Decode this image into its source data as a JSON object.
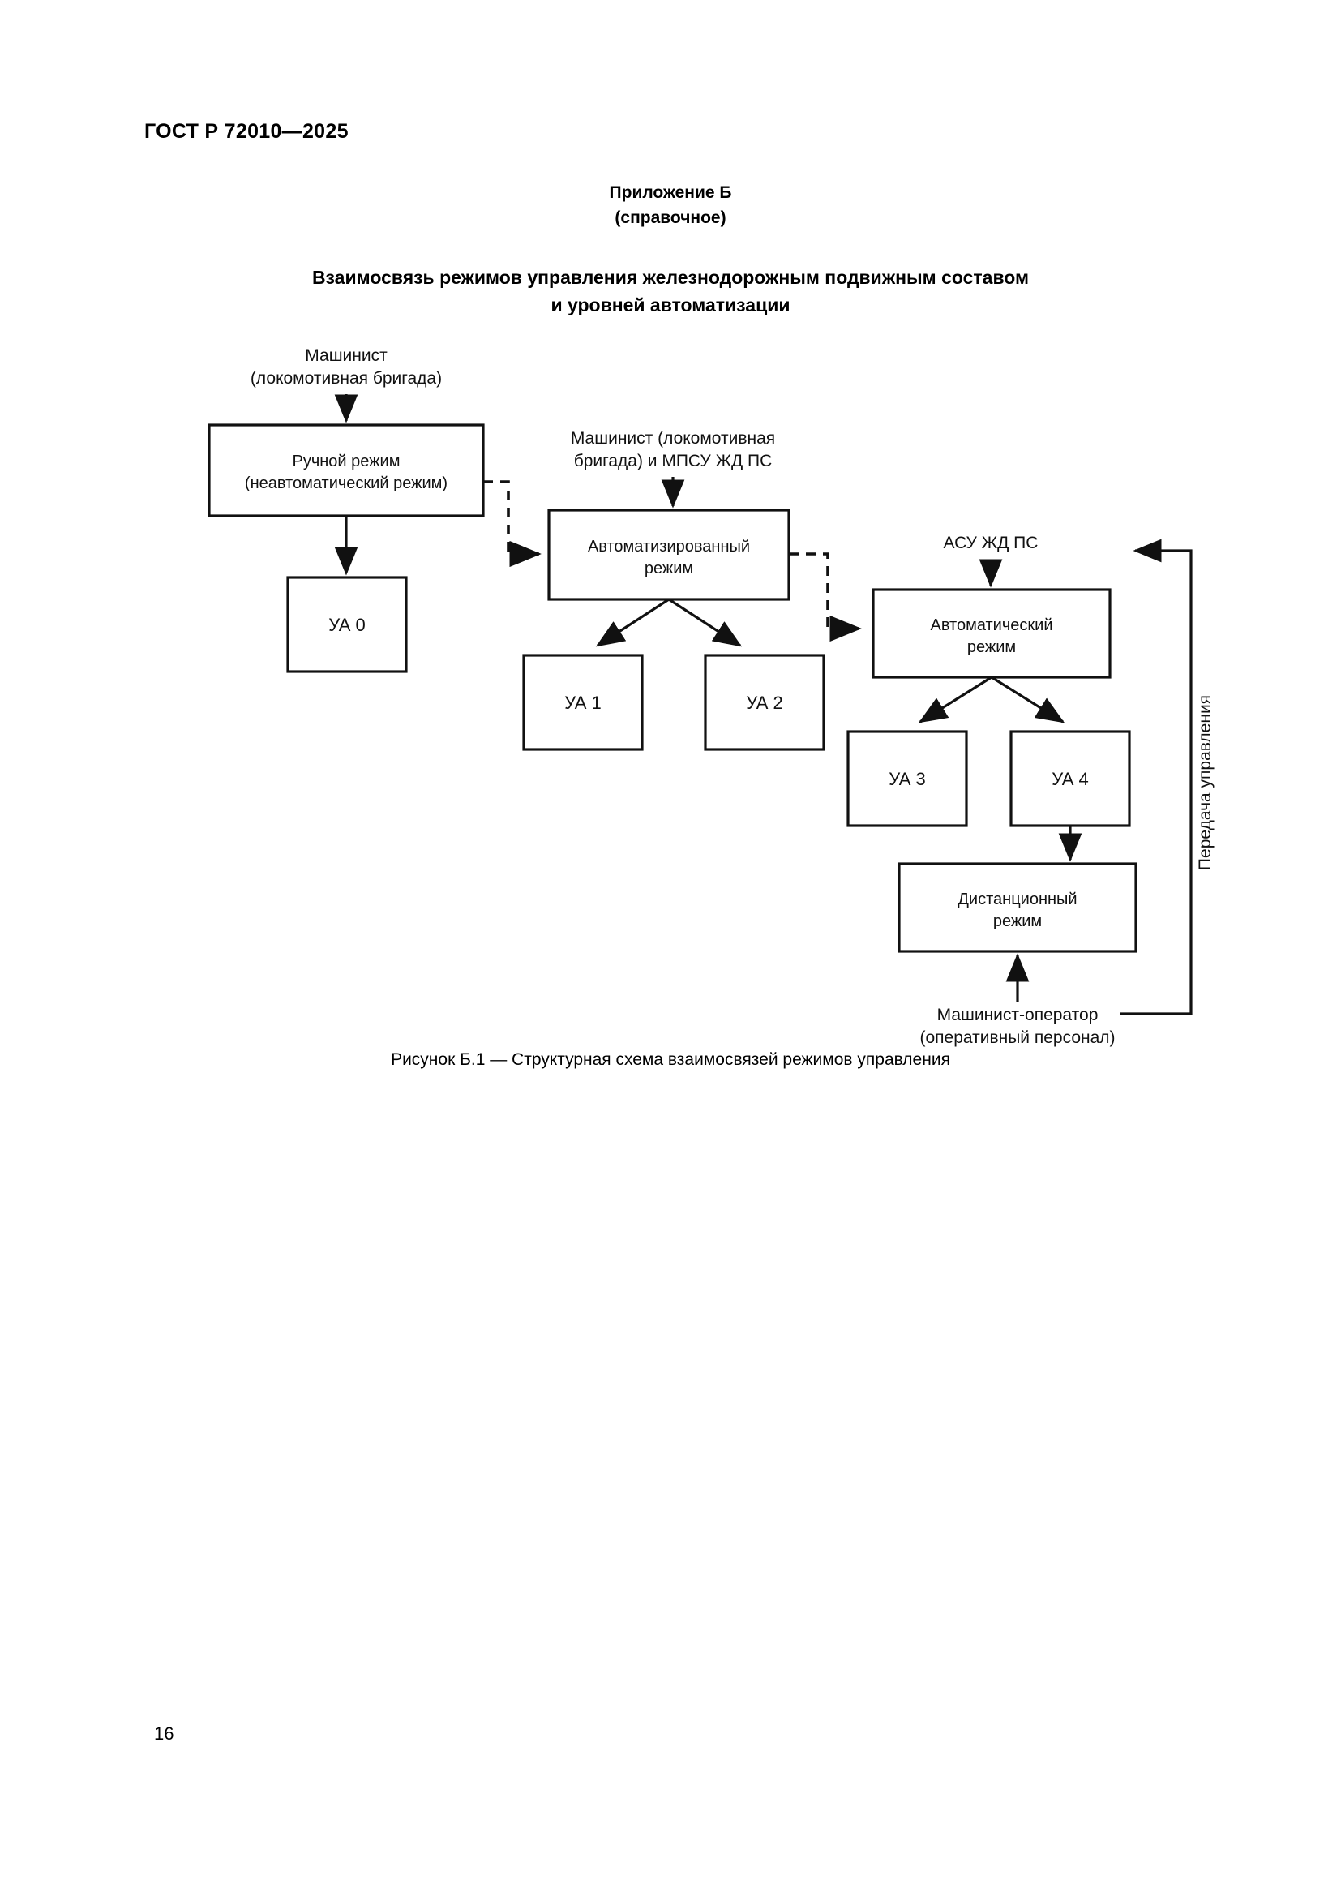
{
  "header": {
    "standard_id": "ГОСТ Р 72010—2025"
  },
  "annex": {
    "name": "Приложение Б",
    "kind": "(справочное)"
  },
  "title": {
    "line1": "Взаимосвязь режимов управления железнодорожным подвижным составом",
    "line2": "и уровней автоматизации"
  },
  "figure": {
    "caption": "Рисунок Б.1 — Структурная схема взаимосвязей режимов управления",
    "nodes": {
      "manual_mode": {
        "line1": "Ручной режим",
        "line2": "(неавтоматический режим)"
      },
      "automated_mode": {
        "line1": "Автоматизированный",
        "line2": "режим"
      },
      "automatic_mode": {
        "line1": "Автоматический",
        "line2": "режим"
      },
      "remote_mode": {
        "line1": "Дистанционный",
        "line2": "режим"
      },
      "ua0": "УА 0",
      "ua1": "УА 1",
      "ua2": "УА 2",
      "ua3": "УА 3",
      "ua4": "УА 4"
    },
    "labels": {
      "driver": {
        "line1": "Машинист",
        "line2": "(локомотивная бригада)"
      },
      "driver_and_mpsu": {
        "line1": "Машинист (локомотивная",
        "line2": "бригада) и МПСУ ЖД ПС"
      },
      "asu": "АСУ ЖД ПС",
      "driver_operator": {
        "line1": "Машинист-оператор",
        "line2": "(оперативный персонал)"
      },
      "control_handover": "Передача управления"
    }
  },
  "footer": {
    "page_number": "16"
  },
  "colors": {
    "ink": "#111111",
    "paper": "#ffffff"
  }
}
